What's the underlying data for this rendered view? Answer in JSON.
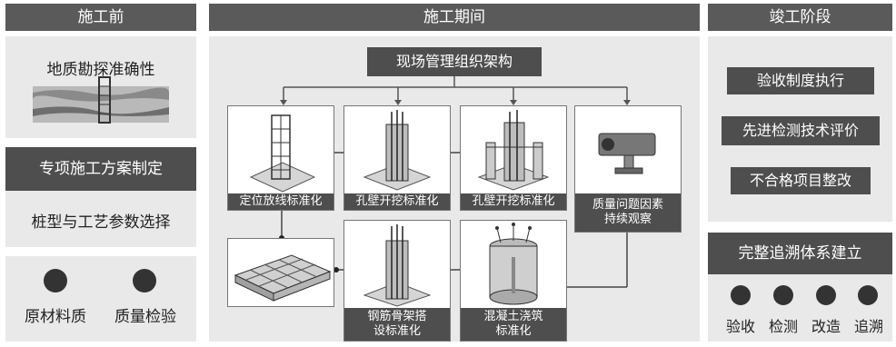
{
  "headers": {
    "before": "施工前",
    "during": "施工期间",
    "after": "竣工阶段"
  },
  "before": {
    "geology_title": "地质勘探准确性",
    "plan_title": "专项施工方案制定",
    "pile_text": "桩型与工艺参数选择",
    "items": [
      {
        "label": "原材料质",
        "icon": "material-icon"
      },
      {
        "label": "质量检验",
        "icon": "inspection-icon"
      }
    ]
  },
  "during": {
    "org_title": "现场管理组织架构",
    "step1": "定位放线标准化",
    "step2": "孔壁开挖标准化",
    "step3": "孔壁开挖标准化",
    "step4_line1": "质量问题因素",
    "step4_line2": "持续观察",
    "step5_line1": "钢筋骨架搭",
    "step5_line2": "设标准化",
    "step6_line1": "混凝土浇筑",
    "step6_line2": "标准化"
  },
  "after": {
    "steps": [
      "验收制度执行",
      "先进检测技术评价",
      "不合格项目整改"
    ],
    "trace_title": "完整追溯体系建立",
    "trace_items": [
      {
        "label": "验收",
        "icon": "acceptance-icon"
      },
      {
        "label": "检测",
        "icon": "detection-icon"
      },
      {
        "label": "改造",
        "icon": "renovation-icon"
      },
      {
        "label": "追溯",
        "icon": "trace-icon"
      }
    ]
  },
  "colors": {
    "header": "#5a5a5a",
    "panel": "#e9e9e9",
    "dark_box": "#4e4e4e"
  }
}
